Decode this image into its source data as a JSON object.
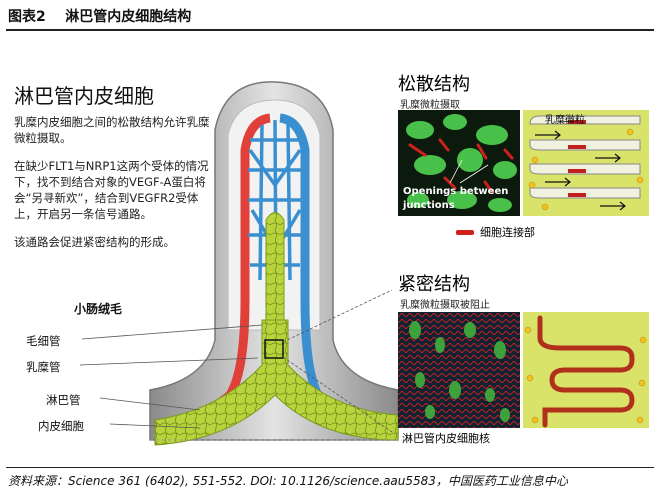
{
  "header": {
    "figure_label": "图表2",
    "title": "淋巴管内皮细胞结构"
  },
  "left": {
    "title": "淋巴管内皮细胞",
    "paragraphs": [
      "乳糜内皮细胞之间的松散结构允许乳糜微粒摄取。",
      "在缺少FLT1与NRP1这两个受体的情况下，找不到结合对象的VEGF-A蛋白将会“另寻新欢”，结合到VEGFR2受体上，开启另一条信号通路。",
      "该通路会促进紧密结构的形成。"
    ]
  },
  "villus": {
    "title": "小肠绒毛",
    "labels": {
      "capillary": "毛细管",
      "lacteal": "乳糜管",
      "lymphatic": "淋巴管",
      "endothelial": "内皮细胞"
    }
  },
  "loose": {
    "title": "松散结构",
    "subtitle": "乳糜微粒摄取",
    "openings_label": "Openings between junctions",
    "chylomicron_label": "乳糜微粒",
    "legend": "细胞连接部"
  },
  "tight": {
    "title": "紧密结构",
    "subtitle": "乳糜微粒摄取被阻止",
    "nuclei_label": "淋巴管内皮细胞核"
  },
  "footer": {
    "source": "资料来源：Science 361 (6402), 551-552. DOI: 10.1126/science.aau5583，中国医药工业信息中心"
  },
  "colors": {
    "vein_blue": "#3a8fd0",
    "artery_red": "#e0403a",
    "lacteal_green": "#b3cf3a",
    "junction_red": "#d0201c"
  }
}
